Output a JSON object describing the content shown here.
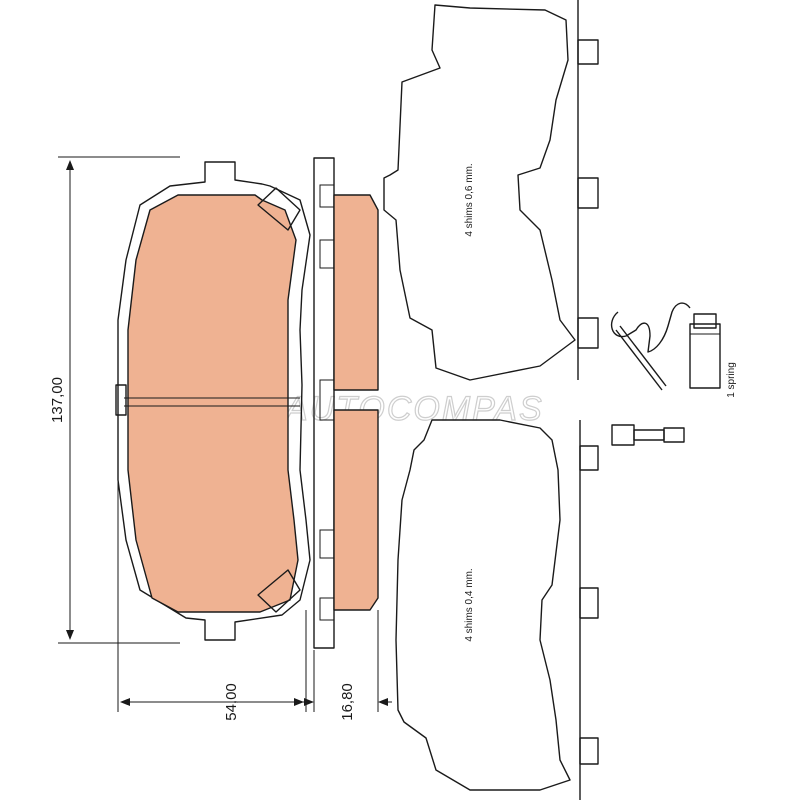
{
  "colors": {
    "pad_fill": "#efb292",
    "line": "#1a1a1a",
    "watermark": "#c9c9c9"
  },
  "dimensions": {
    "height": "137,00",
    "width": "54,00",
    "thickness": "16,80"
  },
  "notes": {
    "shims_top": "4 shims 0,6 mm.",
    "shims_bottom": "4 shims 0,4 mm.",
    "spring": "1 spring"
  },
  "watermark": {
    "text": "AUTOCOMPAS",
    "icon": "gear-icon"
  }
}
